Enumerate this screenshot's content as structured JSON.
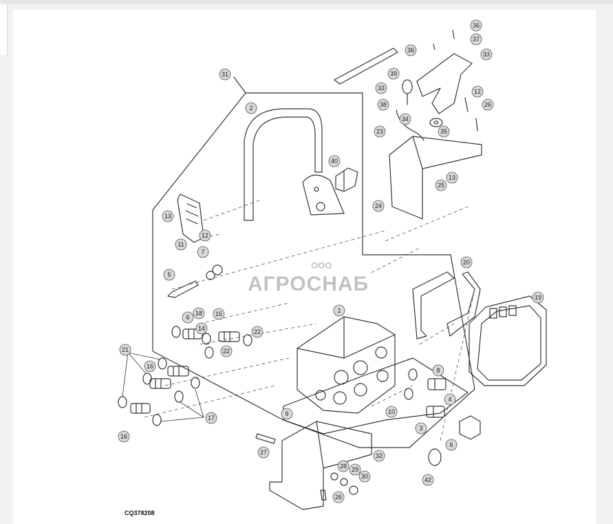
{
  "figure_id": "CQ378208",
  "watermark": {
    "prefix": "ООО",
    "brand": "АГРОСНАБ"
  },
  "callouts": [
    {
      "label": "36"
    },
    {
      "label": "37"
    },
    {
      "label": "36"
    },
    {
      "label": "33"
    },
    {
      "label": "31"
    },
    {
      "label": "39"
    },
    {
      "label": "33"
    },
    {
      "label": "38"
    },
    {
      "label": "12"
    },
    {
      "label": "26"
    },
    {
      "label": "34"
    },
    {
      "label": "35"
    },
    {
      "label": "2"
    },
    {
      "label": "23"
    },
    {
      "label": "40"
    },
    {
      "label": "13"
    },
    {
      "label": "25"
    },
    {
      "label": "24"
    },
    {
      "label": "13"
    },
    {
      "label": "12"
    },
    {
      "label": "11"
    },
    {
      "label": "7"
    },
    {
      "label": "5"
    },
    {
      "label": "20"
    },
    {
      "label": "19"
    },
    {
      "label": "1"
    },
    {
      "label": "6"
    },
    {
      "label": "18"
    },
    {
      "label": "15"
    },
    {
      "label": "14"
    },
    {
      "label": "22"
    },
    {
      "label": "22"
    },
    {
      "label": "21"
    },
    {
      "label": "16"
    },
    {
      "label": "8"
    },
    {
      "label": "4"
    },
    {
      "label": "10"
    },
    {
      "label": "9"
    },
    {
      "label": "3"
    },
    {
      "label": "17"
    },
    {
      "label": "16"
    },
    {
      "label": "27"
    },
    {
      "label": "6"
    },
    {
      "label": "32"
    },
    {
      "label": "28"
    },
    {
      "label": "29"
    },
    {
      "label": "30"
    },
    {
      "label": "42"
    },
    {
      "label": "26"
    }
  ]
}
